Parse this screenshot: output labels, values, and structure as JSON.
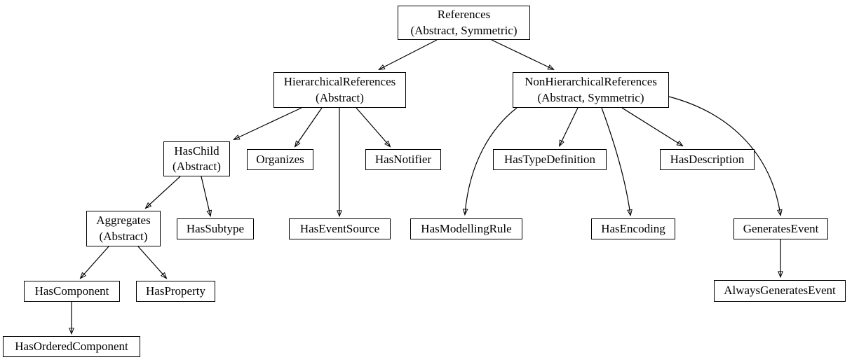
{
  "diagram": {
    "type": "directed-graph",
    "description": "Reference type hierarchy",
    "colors": {
      "background": "#ffffff",
      "node_fill": "#ffffff",
      "node_border": "#000000",
      "edge": "#000000",
      "text": "#000000"
    }
  },
  "nodes": {
    "references": {
      "label": "References",
      "sublabel": "(Abstract, Symmetric)"
    },
    "hierarchical": {
      "label": "HierarchicalReferences",
      "sublabel": "(Abstract)"
    },
    "nonhierarchical": {
      "label": "NonHierarchicalReferences",
      "sublabel": "(Abstract, Symmetric)"
    },
    "haschild": {
      "label": "HasChild",
      "sublabel": "(Abstract)"
    },
    "organizes": {
      "label": "Organizes"
    },
    "hasnotifier": {
      "label": "HasNotifier"
    },
    "aggregates": {
      "label": "Aggregates",
      "sublabel": "(Abstract)"
    },
    "hassubtype": {
      "label": "HasSubtype"
    },
    "haseventsource": {
      "label": "HasEventSource"
    },
    "hascomponent": {
      "label": "HasComponent"
    },
    "hasproperty": {
      "label": "HasProperty"
    },
    "hasorderedcomponent": {
      "label": "HasOrderedComponent"
    },
    "hastypedefinition": {
      "label": "HasTypeDefinition"
    },
    "hasdescription": {
      "label": "HasDescription"
    },
    "hasmodellingrule": {
      "label": "HasModellingRule"
    },
    "hasencoding": {
      "label": "HasEncoding"
    },
    "generatesevent": {
      "label": "GeneratesEvent"
    },
    "alwaysgeneratesevent": {
      "label": "AlwaysGeneratesEvent"
    }
  },
  "edges": [
    {
      "from": "References",
      "to": "HierarchicalReferences"
    },
    {
      "from": "References",
      "to": "NonHierarchicalReferences"
    },
    {
      "from": "HierarchicalReferences",
      "to": "HasChild"
    },
    {
      "from": "HierarchicalReferences",
      "to": "Organizes"
    },
    {
      "from": "HierarchicalReferences",
      "to": "HasEventSource"
    },
    {
      "from": "HierarchicalReferences",
      "to": "HasNotifier"
    },
    {
      "from": "HasChild",
      "to": "Aggregates"
    },
    {
      "from": "HasChild",
      "to": "HasSubtype"
    },
    {
      "from": "Aggregates",
      "to": "HasComponent"
    },
    {
      "from": "Aggregates",
      "to": "HasProperty"
    },
    {
      "from": "HasComponent",
      "to": "HasOrderedComponent"
    },
    {
      "from": "NonHierarchicalReferences",
      "to": "HasModellingRule"
    },
    {
      "from": "NonHierarchicalReferences",
      "to": "HasTypeDefinition"
    },
    {
      "from": "NonHierarchicalReferences",
      "to": "HasEncoding"
    },
    {
      "from": "NonHierarchicalReferences",
      "to": "HasDescription"
    },
    {
      "from": "NonHierarchicalReferences",
      "to": "GeneratesEvent"
    },
    {
      "from": "GeneratesEvent",
      "to": "AlwaysGeneratesEvent"
    }
  ]
}
